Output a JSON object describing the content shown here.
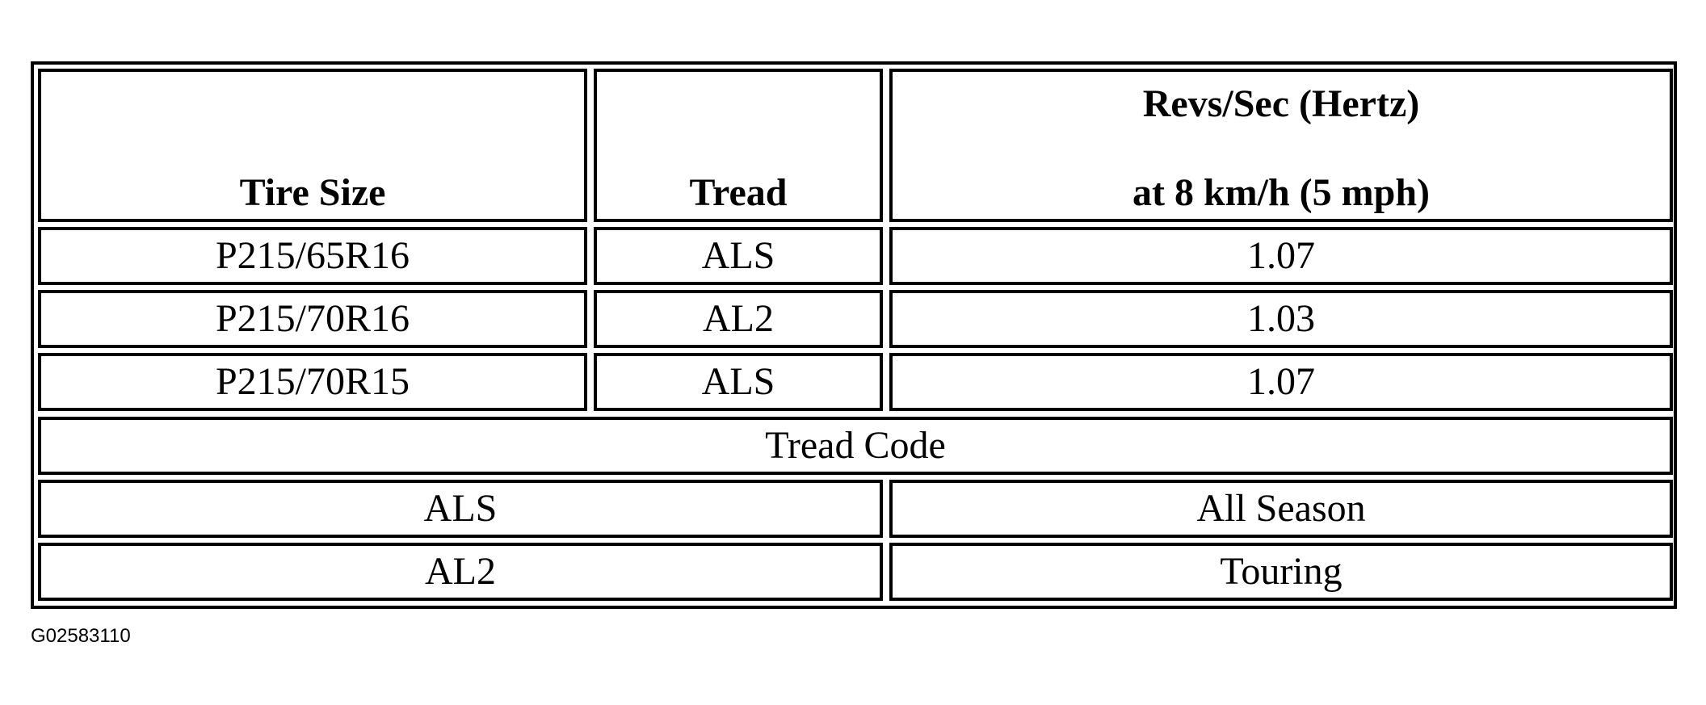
{
  "table": {
    "headers": {
      "tire_size": "Tire Size",
      "tread": "Tread",
      "revs_line1": "Revs/Sec (Hertz)",
      "revs_line2": "at 8 km/h (5 mph)"
    },
    "rows": [
      {
        "tire_size": "P215/65R16",
        "tread": "ALS",
        "revs": "1.07"
      },
      {
        "tire_size": "P215/70R16",
        "tread": "AL2",
        "revs": "1.03"
      },
      {
        "tire_size": "P215/70R15",
        "tread": "ALS",
        "revs": "1.07"
      }
    ],
    "tread_code_title": "Tread Code",
    "tread_codes": [
      {
        "code": "ALS",
        "description": "All Season"
      },
      {
        "code": "AL2",
        "description": "Touring"
      }
    ]
  },
  "figure_id": "G02583110"
}
